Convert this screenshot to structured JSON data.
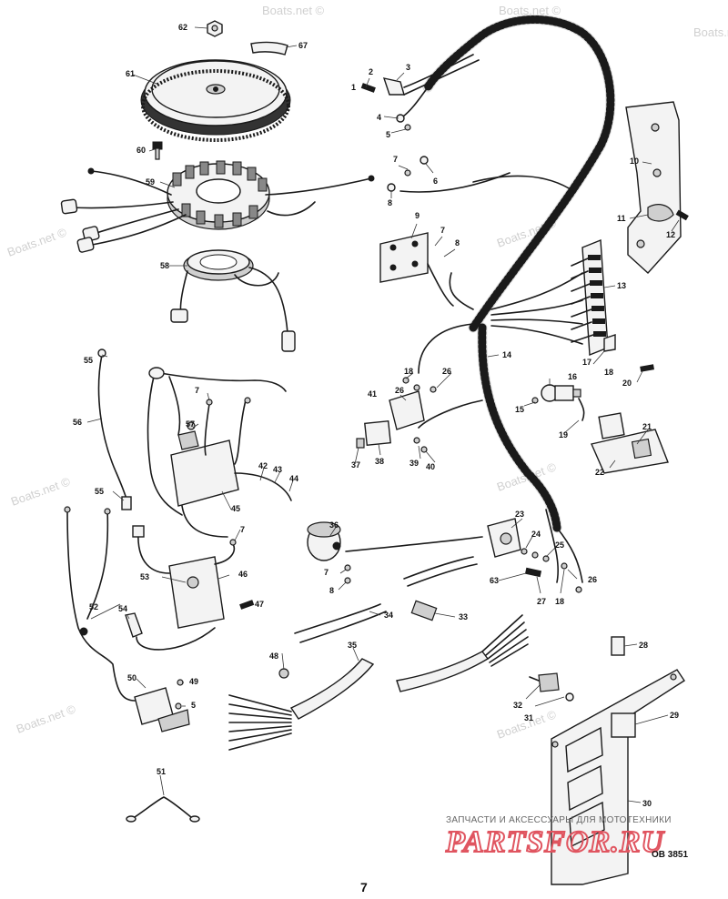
{
  "watermark": "Boats.net ©",
  "brand_banner": {
    "tagline": "ЗАПЧАСТИ И АКСЕССУАРЫ ДЛЯ МОТОТЕХНИКИ",
    "logo": "PARTSFOR.RU"
  },
  "drawing_code": "OB 3851",
  "page_number": "7",
  "callouts": {
    "n1": "1",
    "n2": "2",
    "n3": "3",
    "n4": "4",
    "n5": "5",
    "n6": "6",
    "n7": "7",
    "n8": "8",
    "n9": "9",
    "n10": "10",
    "n11": "11",
    "n12": "12",
    "n13": "13",
    "n14": "14",
    "n15": "15",
    "n16": "16",
    "n17": "17",
    "n18": "18",
    "n19": "19",
    "n20": "20",
    "n21": "21",
    "n22": "22",
    "n23": "23",
    "n24": "24",
    "n25": "25",
    "n26": "26",
    "n27": "27",
    "n28": "28",
    "n29": "29",
    "n30": "30",
    "n31": "31",
    "n32": "32",
    "n33": "33",
    "n34": "34",
    "n35": "35",
    "n36": "36",
    "n37": "37",
    "n38": "38",
    "n39": "39",
    "n40": "40",
    "n41": "41",
    "n42": "42",
    "n43": "43",
    "n44": "44",
    "n45": "45",
    "n46": "46",
    "n47": "47",
    "n48": "48",
    "n49": "49",
    "n50": "50",
    "n51": "51",
    "n52": "52",
    "n53": "53",
    "n54": "54",
    "n55": "55",
    "n56": "56",
    "n57": "57",
    "n58": "58",
    "n59": "59",
    "n60": "60",
    "n61": "61",
    "n62": "62",
    "n63": "63",
    "n67": "67"
  }
}
